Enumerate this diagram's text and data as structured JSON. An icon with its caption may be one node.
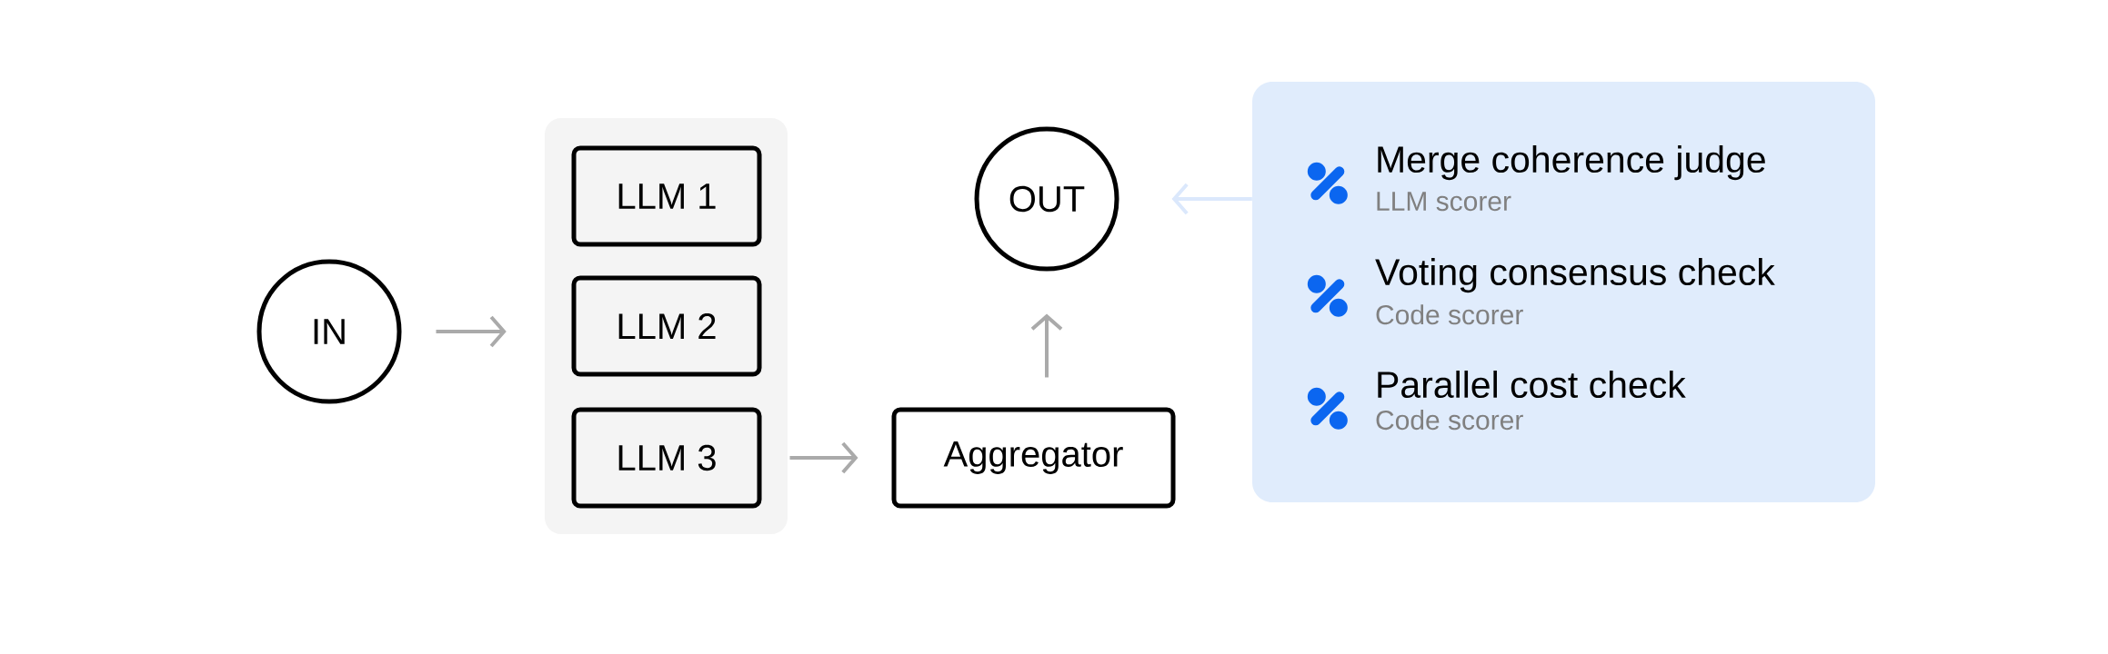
{
  "diagram": {
    "nodes": [
      {
        "text": [
          "IN"
        ]
      },
      {
        "text": [],
        "shape": "box"
      },
      {
        "text": [
          "LLM 1"
        ],
        "in": 1
      },
      {
        "text": [
          "LLM 2"
        ],
        "in": 1
      },
      {
        "text": [
          "LLM 3"
        ],
        "in": 1
      },
      {
        "text": [
          "Aggregator"
        ]
      },
      {
        "text": [
          "OUT"
        ]
      },
      {
        "text": [],
        "shape": "box"
      },
      {
        "text": [
          "Merge coherence judge",
          "LLM scorer"
        ],
        "in": 7
      },
      {
        "text": [
          "Voting consensus check",
          "Code scorer"
        ],
        "in": 7
      },
      {
        "text": [
          "Parallel cost check",
          "Code scorer"
        ],
        "in": 7
      }
    ],
    "edges": [
      {
        "from": 0,
        "to": 1,
        "arrow": "to"
      },
      {
        "from": 4,
        "to": 5,
        "arrow": "to"
      },
      {
        "from": 5,
        "to": 6,
        "arrow": "to"
      },
      {
        "from": 7,
        "to": 6,
        "arrow": "to",
        "color": "#dbe8fc"
      }
    ]
  }
}
